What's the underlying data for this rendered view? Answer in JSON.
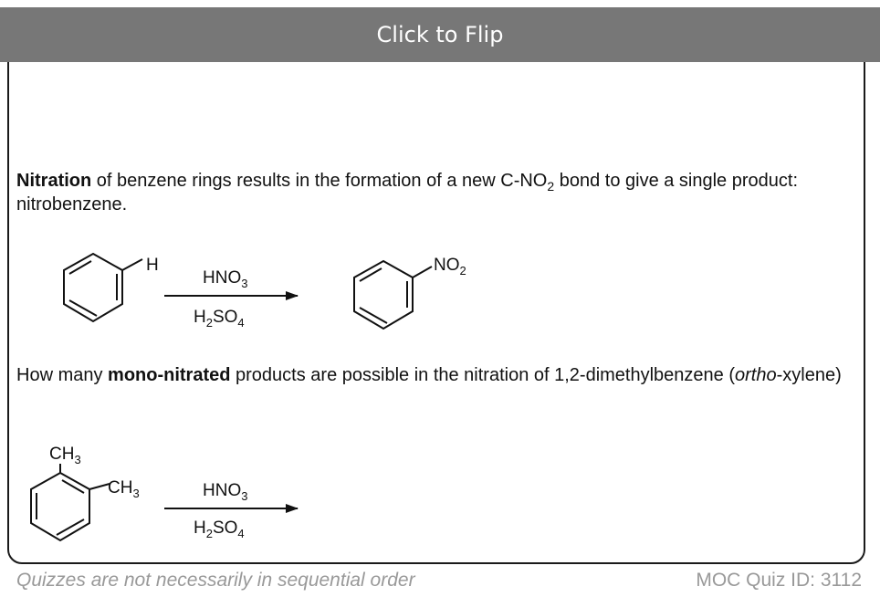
{
  "flip_button": {
    "label": "Click to Flip"
  },
  "intro": {
    "bold": "Nitration",
    "text_a": " of benzene rings results in the formation of a new C-NO",
    "sub": "2",
    "text_b": " bond to give a single product: nitrobenzene."
  },
  "reaction1": {
    "reactant_label": "H",
    "reagent_top": {
      "main": "HNO",
      "sub": "3"
    },
    "reagent_bottom": {
      "pre": "H",
      "sub1": "2",
      "main": "SO",
      "sub2": "4"
    },
    "product_label": {
      "main": "NO",
      "sub": "2"
    }
  },
  "question": {
    "text_a": "How many ",
    "bold": "mono-nitrated",
    "text_b": " products are possible in the nitration of 1,2-dimethylbenzene (",
    "italic": "ortho",
    "text_c": "-xylene)"
  },
  "reaction2": {
    "methyl_top": {
      "main": "CH",
      "sub": "3"
    },
    "methyl_right": {
      "main": "CH",
      "sub": "3"
    },
    "reagent_top": {
      "main": "HNO",
      "sub": "3"
    },
    "reagent_bottom": {
      "pre": "H",
      "sub1": "2",
      "main": "SO",
      "sub2": "4"
    }
  },
  "footer": {
    "left": "Quizzes are not necessarily in sequential order",
    "right": "MOC Quiz ID: 3112"
  }
}
